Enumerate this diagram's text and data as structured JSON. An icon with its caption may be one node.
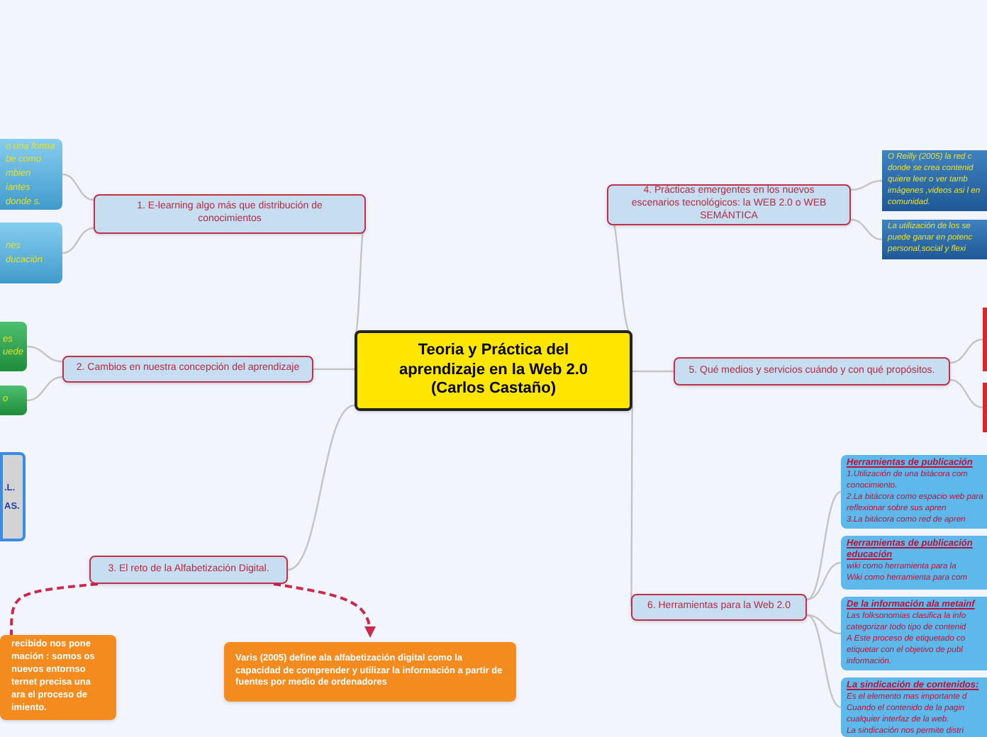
{
  "diagram": {
    "nodes": [
      {
        "text": [
          "Teoria y Práctica del aprendizaje en la Web 2.0 (Carlos Castaño)"
        ]
      },
      {
        "text": [
          "1. E-learning algo más que distribución de conocimientos"
        ]
      },
      {
        "text": [
          "o una forma be como mbien iantes donde s."
        ]
      },
      {
        "text": [
          "nes ducación"
        ]
      },
      {
        "text": [
          "2. Cambios en nuestra concepción del aprendizaje"
        ]
      },
      {
        "text": [
          "es uede"
        ]
      },
      {
        "text": [
          "o"
        ]
      },
      {
        "text": [
          ".L. AS."
        ]
      },
      {
        "text": [
          "3. El reto de la Alfabetización Digital."
        ]
      },
      {
        "text": [
          "recibido nos pone mación : somos os nuevos entornso ternet precisa una ara el proceso de imiento."
        ]
      },
      {
        "text": [
          "Varis (2005) define ala alfabetización digital como la capacidad de comprender y utilizar la información a partir de fuentes por medio de ordenadores"
        ]
      },
      {
        "text": [
          "4. Prácticas emergentes en los nuevos escenarios tecnológicos: la WEB 2.0 o WEB SEMÁNTICA"
        ]
      },
      {
        "text": [
          "O Reilly (2005) la red c donde se crea contenid quiere leer o ver tamb imágenes ,videos asi l en comunidad."
        ]
      },
      {
        "text": [
          "La utilización de los se puede ganar en potenc personal,social y flexi"
        ]
      },
      {
        "text": [
          "5. Qué medios y servicios cuándo y con qué propósitos."
        ]
      },
      {
        "text": [],
        "shape": "box"
      },
      {
        "text": [],
        "shape": "box"
      },
      {
        "text": [
          "6. Herramientas para la Web 2.0"
        ]
      },
      {
        "text": [
          "Herramientas de publicación",
          "1.Utilización de una bitácora com conocimiento.",
          "2.La bitácora como espacio web para reflexionar sobre sus apren",
          "3.La bitácora como red de apren"
        ]
      },
      {
        "text": [
          "Herramientas de publicación educación",
          "wiki como herramienta para la",
          "Wiki como herramienta para com"
        ]
      },
      {
        "text": [
          "De la información ala metainf",
          "Las folksonomias clasifica la info categorizar todo tipo de contenid",
          "A Este proceso de etiquetado co etiquetar con el objetivo de publ información."
        ]
      },
      {
        "text": [
          "La sindicación de contenidos:",
          "Es el elemento mas importante d",
          "Cuando el contenido de la pagin cualquier interfaz de la web.",
          "La sindicación nos permite distri"
        ]
      }
    ],
    "edges": [
      {
        "from": 0,
        "to": 1,
        "arrow": "none"
      },
      {
        "from": 1,
        "to": 2,
        "arrow": "none"
      },
      {
        "from": 1,
        "to": 3,
        "arrow": "none"
      },
      {
        "from": 0,
        "to": 4,
        "arrow": "none"
      },
      {
        "from": 4,
        "to": 5,
        "arrow": "none"
      },
      {
        "from": 4,
        "to": 6,
        "arrow": "none"
      },
      {
        "from": 0,
        "to": 8,
        "arrow": "none"
      },
      {
        "from": 8,
        "to": 9,
        "arrow": "none",
        "style": "dashed",
        "color": "#cc2a4c"
      },
      {
        "from": 8,
        "to": 10,
        "arrow": "to",
        "style": "dashed",
        "color": "#cc2a4c"
      },
      {
        "from": 0,
        "to": 11,
        "arrow": "none"
      },
      {
        "from": 11,
        "to": 12,
        "arrow": "none"
      },
      {
        "from": 11,
        "to": 13,
        "arrow": "none"
      },
      {
        "from": 0,
        "to": 14,
        "arrow": "none"
      },
      {
        "from": 14,
        "to": 15,
        "arrow": "none"
      },
      {
        "from": 14,
        "to": 16,
        "arrow": "none"
      },
      {
        "from": 0,
        "to": 17,
        "arrow": "none"
      },
      {
        "from": 17,
        "to": 18,
        "arrow": "none"
      },
      {
        "from": 17,
        "to": 19,
        "arrow": "none"
      },
      {
        "from": 17,
        "to": 20,
        "arrow": "none"
      },
      {
        "from": 17,
        "to": 21,
        "arrow": "none"
      }
    ]
  }
}
